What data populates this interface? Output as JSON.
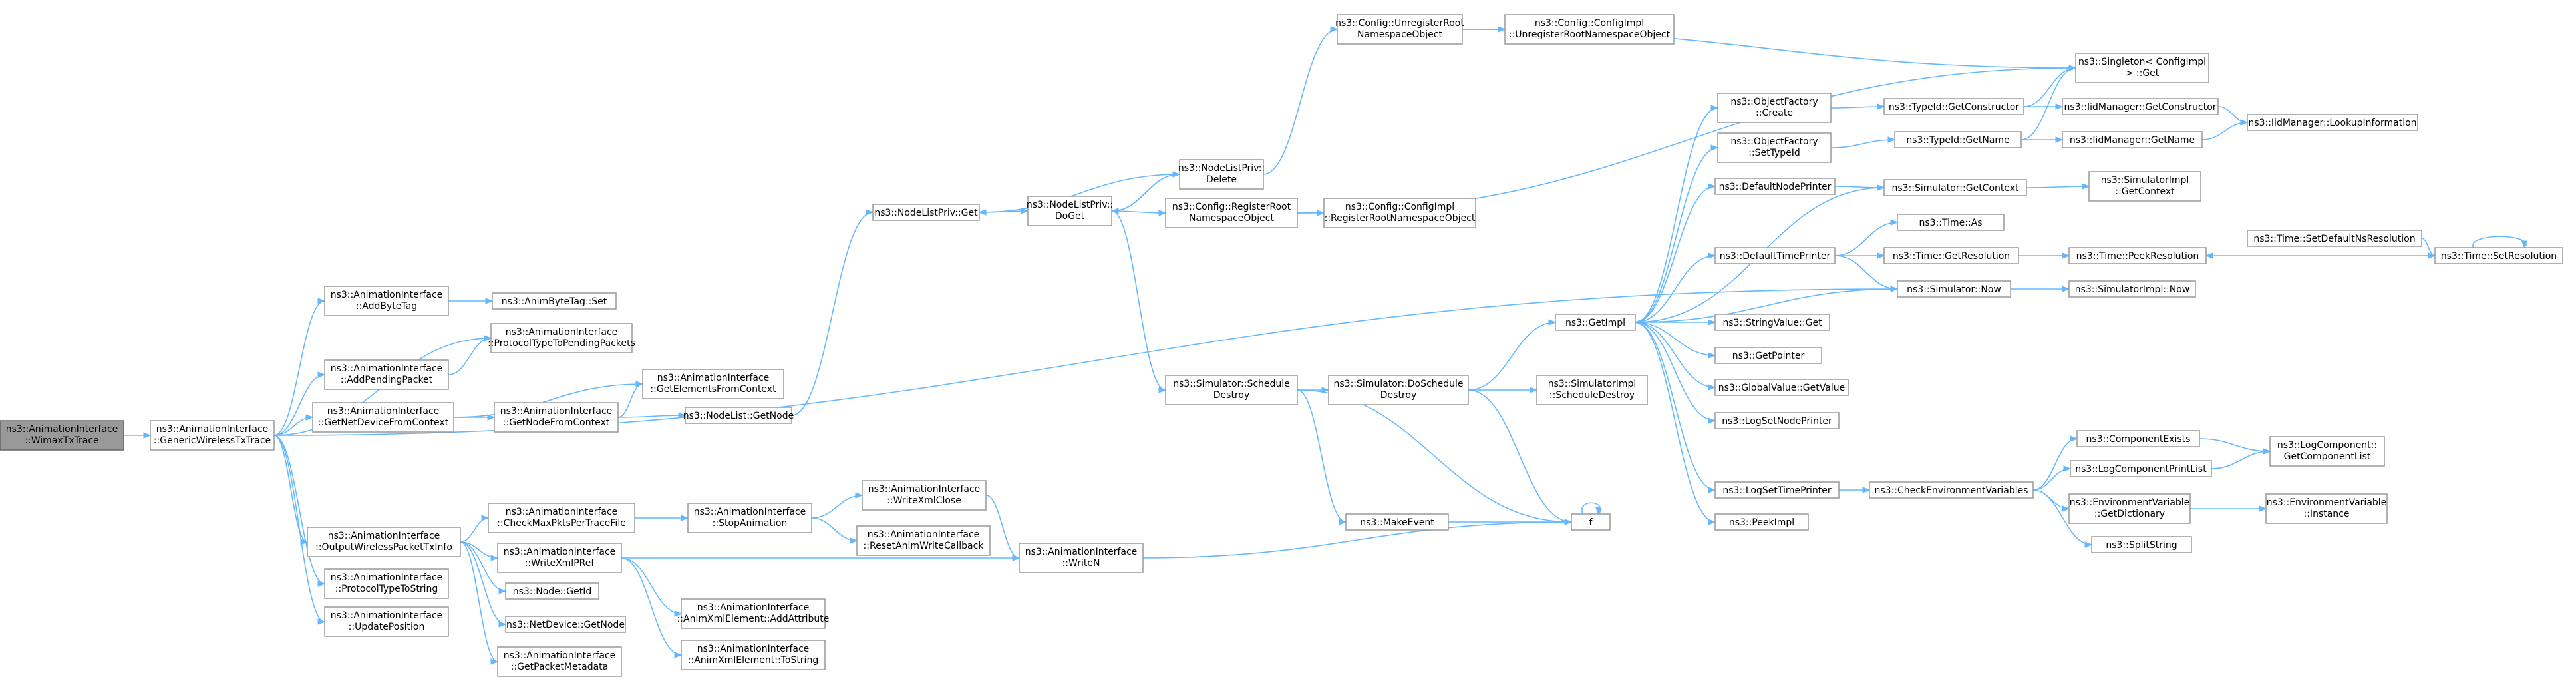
{
  "graph": {
    "type": "call-graph",
    "colors": {
      "edge": "#63b8ff",
      "node_border": "#999999",
      "root_fill": "#999999",
      "node_fill": "#ffffff"
    },
    "nodes": [
      {
        "id": "wimax",
        "lines": [
          "ns3::AnimationInterface",
          "::WimaxTxTrace"
        ],
        "root": true
      },
      {
        "id": "generic",
        "lines": [
          "ns3::AnimationInterface",
          "::GenericWirelessTxTrace"
        ]
      },
      {
        "id": "addbytetag",
        "lines": [
          "ns3::AnimationInterface",
          "::AddByteTag"
        ]
      },
      {
        "id": "animbytetagset",
        "lines": [
          "ns3::AnimByteTag::Set"
        ]
      },
      {
        "id": "ptpp",
        "lines": [
          "ns3::AnimationInterface",
          "::ProtocolTypeToPendingPackets"
        ]
      },
      {
        "id": "addpending",
        "lines": [
          "ns3::AnimationInterface",
          "::AddPendingPacket"
        ]
      },
      {
        "id": "getnetdevice",
        "lines": [
          "ns3::AnimationInterface",
          "::GetNetDeviceFromContext"
        ]
      },
      {
        "id": "getelements",
        "lines": [
          "ns3::AnimationInterface",
          "::GetElementsFromContext"
        ]
      },
      {
        "id": "getnodefromctx",
        "lines": [
          "ns3::AnimationInterface",
          "::GetNodeFromContext"
        ]
      },
      {
        "id": "nodelistgetnode",
        "lines": [
          "ns3::NodeList::GetNode"
        ]
      },
      {
        "id": "nodelistprivget",
        "lines": [
          "ns3::NodeListPriv::Get"
        ]
      },
      {
        "id": "doget",
        "lines": [
          "ns3::NodeListPriv::",
          "DoGet"
        ]
      },
      {
        "id": "nlpdelete",
        "lines": [
          "ns3::NodeListPriv::",
          "Delete"
        ]
      },
      {
        "id": "unregroot",
        "lines": [
          "ns3::Config::UnregisterRoot",
          "NamespaceObject"
        ]
      },
      {
        "id": "cfgimplunreg",
        "lines": [
          "ns3::Config::ConfigImpl",
          "::UnregisterRootNamespaceObject"
        ]
      },
      {
        "id": "regroot",
        "lines": [
          "ns3::Config::RegisterRoot",
          "NamespaceObject"
        ]
      },
      {
        "id": "cfgimplreg",
        "lines": [
          "ns3::Config::ConfigImpl",
          "::RegisterRootNamespaceObject"
        ]
      },
      {
        "id": "singleton",
        "lines": [
          "ns3::Singleton< ConfigImpl",
          "> ::Get"
        ]
      },
      {
        "id": "schedoestroy",
        "lines": [
          "ns3::Simulator::Schedule",
          "Destroy"
        ]
      },
      {
        "id": "doschedule",
        "lines": [
          "ns3::Simulator::DoSchedule",
          "Destroy"
        ]
      },
      {
        "id": "simimplsched",
        "lines": [
          "ns3::SimulatorImpl",
          "::ScheduleDestroy"
        ]
      },
      {
        "id": "makeevent",
        "lines": [
          "ns3::MakeEvent"
        ]
      },
      {
        "id": "f",
        "lines": [
          "f"
        ]
      },
      {
        "id": "getimpl",
        "lines": [
          "ns3::GetImpl"
        ]
      },
      {
        "id": "objfactcreate",
        "lines": [
          "ns3::ObjectFactory",
          "::Create"
        ]
      },
      {
        "id": "objfactsettype",
        "lines": [
          "ns3::ObjectFactory",
          "::SetTypeId"
        ]
      },
      {
        "id": "defaultnodeprinter",
        "lines": [
          "ns3::DefaultNodePrinter"
        ]
      },
      {
        "id": "defaulttimeprinter",
        "lines": [
          "ns3::DefaultTimePrinter"
        ]
      },
      {
        "id": "stringvalueget",
        "lines": [
          "ns3::StringValue::Get"
        ]
      },
      {
        "id": "getpointer",
        "lines": [
          "ns3::GetPointer"
        ]
      },
      {
        "id": "globalvalueget",
        "lines": [
          "ns3::GlobalValue::GetValue"
        ]
      },
      {
        "id": "logsetnodeprinter",
        "lines": [
          "ns3::LogSetNodePrinter"
        ]
      },
      {
        "id": "logsettimeprinter",
        "lines": [
          "ns3::LogSetTimePrinter"
        ]
      },
      {
        "id": "peekimpl",
        "lines": [
          "ns3::PeekImpl"
        ]
      },
      {
        "id": "typeidgetctor",
        "lines": [
          "ns3::TypeId::GetConstructor"
        ]
      },
      {
        "id": "idmgrgetctor",
        "lines": [
          "ns3::IidManager::GetConstructor"
        ]
      },
      {
        "id": "idmgrlookup",
        "lines": [
          "ns3::IidManager::LookupInformation"
        ]
      },
      {
        "id": "typeidgetname",
        "lines": [
          "ns3::TypeId::GetName"
        ]
      },
      {
        "id": "idmgrgetname",
        "lines": [
          "ns3::IidManager::GetName"
        ]
      },
      {
        "id": "simgetcontext",
        "lines": [
          "ns3::Simulator::GetContext"
        ]
      },
      {
        "id": "simimplgetcontext",
        "lines": [
          "ns3::SimulatorImpl",
          "::GetContext"
        ]
      },
      {
        "id": "timeas",
        "lines": [
          "ns3::Time::As"
        ]
      },
      {
        "id": "timegetres",
        "lines": [
          "ns3::Time::GetResolution"
        ]
      },
      {
        "id": "timepeekres",
        "lines": [
          "ns3::Time::PeekResolution"
        ]
      },
      {
        "id": "timesetdefault",
        "lines": [
          "ns3::Time::SetDefaultNsResolution"
        ]
      },
      {
        "id": "timesetres",
        "lines": [
          "ns3::Time::SetResolution"
        ]
      },
      {
        "id": "simnow",
        "lines": [
          "ns3::Simulator::Now"
        ]
      },
      {
        "id": "simimplnow",
        "lines": [
          "ns3::SimulatorImpl::Now"
        ]
      },
      {
        "id": "checkenv",
        "lines": [
          "ns3::CheckEnvironmentVariables"
        ]
      },
      {
        "id": "compexists",
        "lines": [
          "ns3::ComponentExists"
        ]
      },
      {
        "id": "logcomplist",
        "lines": [
          "ns3::LogComponent::",
          "GetComponentList"
        ]
      },
      {
        "id": "logcompprint",
        "lines": [
          "ns3::LogComponentPrintList"
        ]
      },
      {
        "id": "envgetdict",
        "lines": [
          "ns3::EnvironmentVariable",
          "::GetDictionary"
        ]
      },
      {
        "id": "envinstance",
        "lines": [
          "ns3::EnvironmentVariable",
          "::Instance"
        ]
      },
      {
        "id": "splitstring",
        "lines": [
          "ns3::SplitString"
        ]
      },
      {
        "id": "outputwpti",
        "lines": [
          "ns3::AnimationInterface",
          "::OutputWirelessPacketTxInfo"
        ]
      },
      {
        "id": "checkmaxpkts",
        "lines": [
          "ns3::AnimationInterface",
          "::CheckMaxPktsPerTraceFile"
        ]
      },
      {
        "id": "stopanim",
        "lines": [
          "ns3::AnimationInterface",
          "::StopAnimation"
        ]
      },
      {
        "id": "writexmlclose",
        "lines": [
          "ns3::AnimationInterface",
          "::WriteXmlClose"
        ]
      },
      {
        "id": "resetanim",
        "lines": [
          "ns3::AnimationInterface",
          "::ResetAnimWriteCallback"
        ]
      },
      {
        "id": "writexmlpref",
        "lines": [
          "ns3::AnimationInterface",
          "::WriteXmlPRef"
        ]
      },
      {
        "id": "writen",
        "lines": [
          "ns3::AnimationInterface",
          "::WriteN"
        ]
      },
      {
        "id": "nodegetid",
        "lines": [
          "ns3::Node::GetId"
        ]
      },
      {
        "id": "netdevgetnode",
        "lines": [
          "ns3::NetDevice::GetNode"
        ]
      },
      {
        "id": "getpktmeta",
        "lines": [
          "ns3::AnimationInterface",
          "::GetPacketMetadata"
        ]
      },
      {
        "id": "addattr",
        "lines": [
          "ns3::AnimationInterface",
          "::AnimXmlElement::AddAttribute"
        ]
      },
      {
        "id": "tostring",
        "lines": [
          "ns3::AnimationInterface",
          "::AnimXmlElement::ToString"
        ]
      },
      {
        "id": "ptts",
        "lines": [
          "ns3::AnimationInterface",
          "::ProtocolTypeToString"
        ]
      },
      {
        "id": "updatepos",
        "lines": [
          "ns3::AnimationInterface",
          "::UpdatePosition"
        ]
      }
    ],
    "edges": [
      [
        "wimax",
        "generic"
      ],
      [
        "generic",
        "addbytetag"
      ],
      [
        "generic",
        "ptpp"
      ],
      [
        "generic",
        "addpending"
      ],
      [
        "generic",
        "getnetdevice"
      ],
      [
        "generic",
        "outputwpti"
      ],
      [
        "generic",
        "ptts"
      ],
      [
        "generic",
        "updatepos"
      ],
      [
        "generic",
        "simnow"
      ],
      [
        "addbytetag",
        "animbytetagset"
      ],
      [
        "addpending",
        "ptpp"
      ],
      [
        "getnetdevice",
        "getelements"
      ],
      [
        "getnetdevice",
        "getnodefromctx"
      ],
      [
        "getnodefromctx",
        "getelements"
      ],
      [
        "getnodefromctx",
        "nodelistgetnode"
      ],
      [
        "nodelistgetnode",
        "nodelistprivget"
      ],
      [
        "nodelistprivget",
        "doget"
      ],
      [
        "doget",
        "nlpdelete"
      ],
      [
        "doget",
        "regroot"
      ],
      [
        "doget",
        "schedoestroy"
      ],
      [
        "nlpdelete",
        "nodelistprivget"
      ],
      [
        "nlpdelete",
        "doget"
      ],
      [
        "nlpdelete",
        "unregroot"
      ],
      [
        "unregroot",
        "cfgimplunreg"
      ],
      [
        "unregroot",
        "singleton"
      ],
      [
        "regroot",
        "cfgimplreg"
      ],
      [
        "regroot",
        "singleton"
      ],
      [
        "schedoestroy",
        "doschedule"
      ],
      [
        "schedoestroy",
        "makeevent"
      ],
      [
        "schedoestroy",
        "f"
      ],
      [
        "doschedule",
        "getimpl"
      ],
      [
        "doschedule",
        "simimplsched"
      ],
      [
        "doschedule",
        "f"
      ],
      [
        "makeevent",
        "f"
      ],
      [
        "f",
        "f"
      ],
      [
        "getimpl",
        "objfactcreate"
      ],
      [
        "getimpl",
        "objfactsettype"
      ],
      [
        "getimpl",
        "defaultnodeprinter"
      ],
      [
        "getimpl",
        "defaulttimeprinter"
      ],
      [
        "getimpl",
        "stringvalueget"
      ],
      [
        "getimpl",
        "getpointer"
      ],
      [
        "getimpl",
        "globalvalueget"
      ],
      [
        "getimpl",
        "logsetnodeprinter"
      ],
      [
        "getimpl",
        "logsettimeprinter"
      ],
      [
        "getimpl",
        "peekimpl"
      ],
      [
        "objfactcreate",
        "typeidgetctor"
      ],
      [
        "typeidgetctor",
        "idmgrgetctor"
      ],
      [
        "typeidgetctor",
        "singleton"
      ],
      [
        "idmgrgetctor",
        "idmgrlookup"
      ],
      [
        "objfactsettype",
        "typeidgetname"
      ],
      [
        "typeidgetname",
        "idmgrgetname"
      ],
      [
        "typeidgetname",
        "singleton"
      ],
      [
        "idmgrgetname",
        "idmgrlookup"
      ],
      [
        "defaultnodeprinter",
        "simgetcontext"
      ],
      [
        "simgetcontext",
        "getimpl"
      ],
      [
        "simgetcontext",
        "simimplgetcontext"
      ],
      [
        "defaulttimeprinter",
        "timeas"
      ],
      [
        "defaulttimeprinter",
        "timegetres"
      ],
      [
        "defaulttimeprinter",
        "simnow"
      ],
      [
        "timegetres",
        "timepeekres"
      ],
      [
        "timesetdefault",
        "timesetres"
      ],
      [
        "timesetres",
        "timepeekres"
      ],
      [
        "timesetres",
        "timesetres"
      ],
      [
        "simnow",
        "getimpl"
      ],
      [
        "simnow",
        "simimplnow"
      ],
      [
        "logsettimeprinter",
        "checkenv"
      ],
      [
        "checkenv",
        "compexists"
      ],
      [
        "checkenv",
        "logcompprint"
      ],
      [
        "checkenv",
        "envgetdict"
      ],
      [
        "checkenv",
        "splitstring"
      ],
      [
        "compexists",
        "logcomplist"
      ],
      [
        "logcompprint",
        "logcomplist"
      ],
      [
        "envgetdict",
        "envinstance"
      ],
      [
        "outputwpti",
        "checkmaxpkts"
      ],
      [
        "outputwpti",
        "writexmlpref"
      ],
      [
        "outputwpti",
        "nodegetid"
      ],
      [
        "outputwpti",
        "netdevgetnode"
      ],
      [
        "outputwpti",
        "getpktmeta"
      ],
      [
        "checkmaxpkts",
        "stopanim"
      ],
      [
        "stopanim",
        "writexmlclose"
      ],
      [
        "stopanim",
        "resetanim"
      ],
      [
        "writexmlclose",
        "writen"
      ],
      [
        "writexmlpref",
        "writen"
      ],
      [
        "writexmlpref",
        "addattr"
      ],
      [
        "writexmlpref",
        "tostring"
      ],
      [
        "writen",
        "f"
      ]
    ]
  }
}
